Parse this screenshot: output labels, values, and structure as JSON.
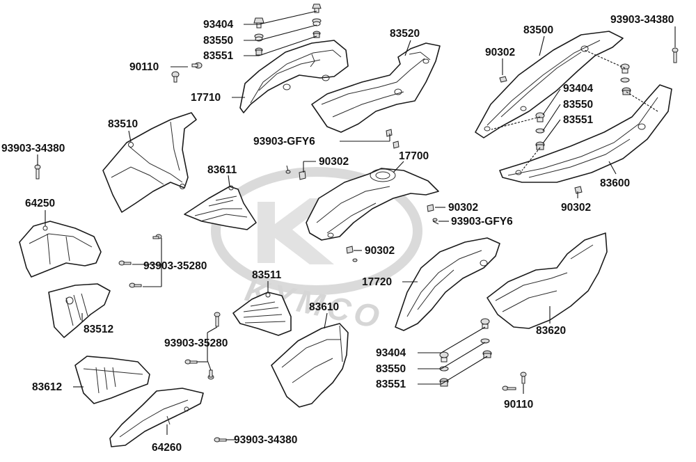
{
  "watermark": {
    "brand": "KYMCO"
  },
  "labels": {
    "l_93404_a": "93404",
    "l_83550_a": "83550",
    "l_83551_a": "83551",
    "l_90110_a": "90110",
    "l_17710": "17710",
    "l_83520": "83520",
    "l_83500": "83500",
    "l_93903_34380_a": "93903-34380",
    "l_90302_a": "90302",
    "l_93404_b": "93404",
    "l_83550_b": "83550",
    "l_83551_b": "83551",
    "l_83510": "83510",
    "l_93903_gfy6_a": "93903-GFY6",
    "l_90302_b": "90302",
    "l_17700": "17700",
    "l_93903_34380_b": "93903-34380",
    "l_83611": "83611",
    "l_83600": "83600",
    "l_64250": "64250",
    "l_90302_c": "90302",
    "l_93903_gfy6_b": "93903-GFY6",
    "l_90302_d": "90302",
    "l_90302_e": "90302",
    "l_93903_35280_a": "93903-35280",
    "l_83511": "83511",
    "l_17720": "17720",
    "l_83610": "83610",
    "l_83512": "83512",
    "l_83620": "83620",
    "l_93903_35280_b": "93903-35280",
    "l_93404_c": "93404",
    "l_83550_c": "83550",
    "l_83551_c": "83551",
    "l_83612": "83612",
    "l_90110_b": "90110",
    "l_93903_34380_c": "93903-34380",
    "l_64260": "64260"
  },
  "colors": {
    "line": "#111111",
    "watermark": "#d6d6d6",
    "part_fill": "#ffffff"
  }
}
